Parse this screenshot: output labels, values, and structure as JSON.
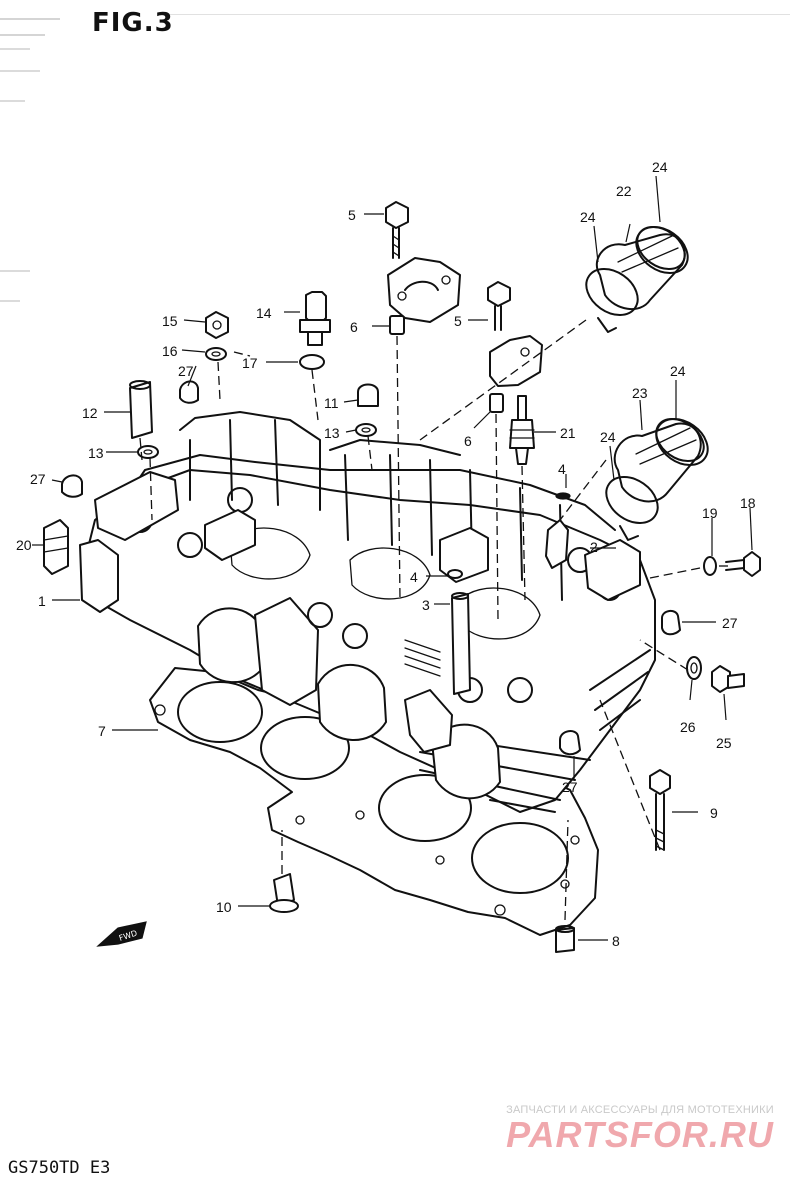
{
  "figure": {
    "title": "FIG.3",
    "model_code": "GS750TD  E3",
    "fwd_label": "FWD"
  },
  "watermark": {
    "line": "ЗАПЧАСТИ И АКСЕССУАРЫ ДЛЯ МОТОТЕХНИКИ",
    "brand": "PARTSFOR.RU"
  },
  "callouts": [
    {
      "id": "c24a",
      "label": "24"
    },
    {
      "id": "c22",
      "label": "22"
    },
    {
      "id": "c24b",
      "label": "24"
    },
    {
      "id": "c5a",
      "label": "5"
    },
    {
      "id": "c14",
      "label": "14"
    },
    {
      "id": "c15",
      "label": "15"
    },
    {
      "id": "c6a",
      "label": "6"
    },
    {
      "id": "c5b",
      "label": "5"
    },
    {
      "id": "c16",
      "label": "16"
    },
    {
      "id": "c17",
      "label": "17"
    },
    {
      "id": "c27a",
      "label": "27"
    },
    {
      "id": "c24c",
      "label": "24"
    },
    {
      "id": "c23",
      "label": "23"
    },
    {
      "id": "c11",
      "label": "11"
    },
    {
      "id": "c12",
      "label": "12"
    },
    {
      "id": "c13a",
      "label": "13"
    },
    {
      "id": "c13b",
      "label": "13"
    },
    {
      "id": "c6b",
      "label": "6"
    },
    {
      "id": "c21",
      "label": "21"
    },
    {
      "id": "c24d",
      "label": "24"
    },
    {
      "id": "c4a",
      "label": "4"
    },
    {
      "id": "c27b",
      "label": "27"
    },
    {
      "id": "c19",
      "label": "19"
    },
    {
      "id": "c18",
      "label": "18"
    },
    {
      "id": "c20",
      "label": "20"
    },
    {
      "id": "c2",
      "label": "2"
    },
    {
      "id": "c4b",
      "label": "4"
    },
    {
      "id": "c1",
      "label": "1"
    },
    {
      "id": "c3",
      "label": "3"
    },
    {
      "id": "c27c",
      "label": "27"
    },
    {
      "id": "c26",
      "label": "26"
    },
    {
      "id": "c25",
      "label": "25"
    },
    {
      "id": "c7",
      "label": "7"
    },
    {
      "id": "c27d",
      "label": "27"
    },
    {
      "id": "c9",
      "label": "9"
    },
    {
      "id": "c10",
      "label": "10"
    },
    {
      "id": "c8",
      "label": "8"
    }
  ]
}
